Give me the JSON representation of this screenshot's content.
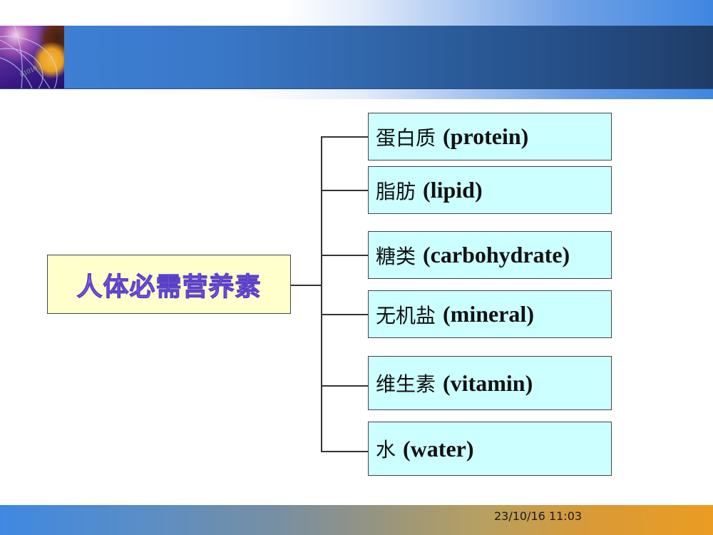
{
  "slide": {
    "header": {
      "logo_icon": "globe-network-icon",
      "colors": {
        "header_band_left": "#3f82d8",
        "header_band_right": "#1f3c66"
      }
    },
    "diagram": {
      "root": {
        "label": "人体必需营养素",
        "fill": "#ffffcc",
        "text_color": "#8a78e6"
      },
      "leaf_fill": "#ccffff",
      "children": [
        {
          "cn": "蛋白质",
          "en": "(protein)"
        },
        {
          "cn": "脂肪",
          "en": "(lipid)"
        },
        {
          "cn": "糖类",
          "en": "(carbohydrate)"
        },
        {
          "cn": "无机盐",
          "en": "(mineral)"
        },
        {
          "cn": "维生素",
          "en": "(vitamin)"
        },
        {
          "cn": "水",
          "en": "(water)"
        }
      ]
    },
    "footer": {
      "date": "23/10/16 11:03",
      "colors": {
        "footer_left": "#3f88e2",
        "footer_right": "#eb9c22"
      }
    }
  }
}
